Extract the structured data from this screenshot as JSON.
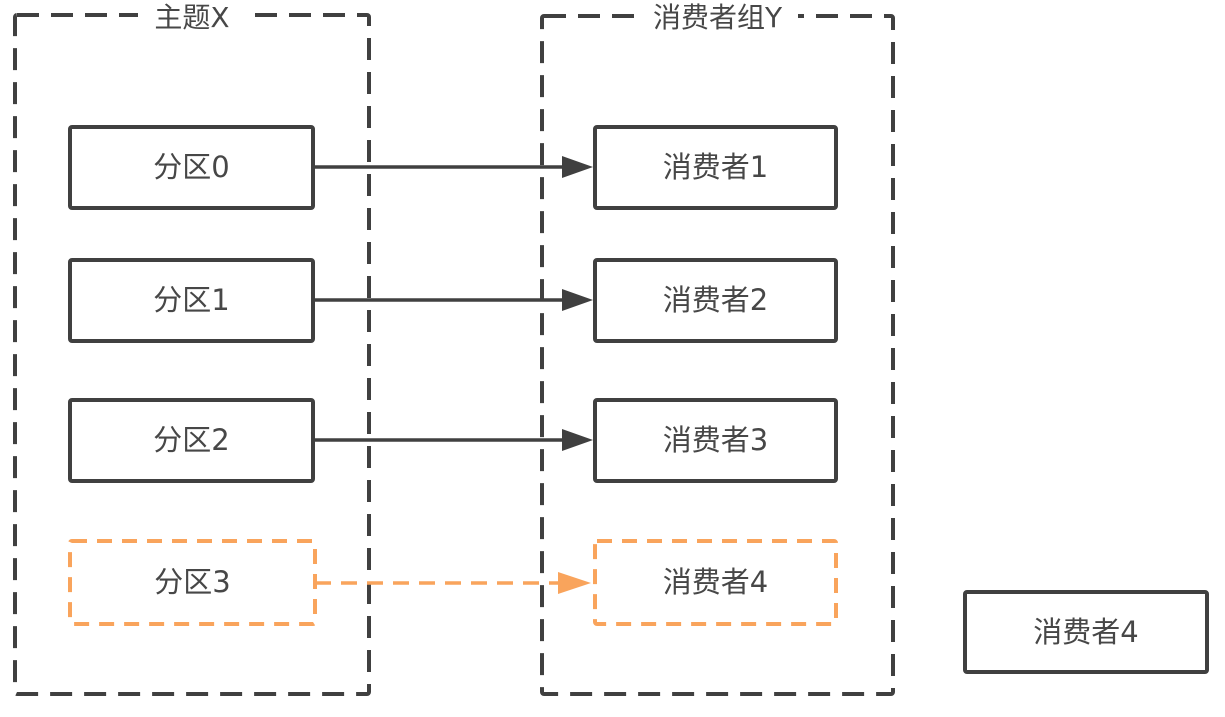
{
  "titles": {
    "topic": "主题X",
    "consumer_group": "消费者组Y"
  },
  "partitions": [
    {
      "label": "分区0",
      "style": "solid"
    },
    {
      "label": "分区1",
      "style": "solid"
    },
    {
      "label": "分区2",
      "style": "solid"
    },
    {
      "label": "分区3",
      "style": "dashed-orange"
    }
  ],
  "consumers": [
    {
      "label": "消费者1",
      "style": "solid"
    },
    {
      "label": "消费者2",
      "style": "solid"
    },
    {
      "label": "消费者3",
      "style": "solid"
    },
    {
      "label": "消费者4",
      "style": "dashed-orange"
    }
  ],
  "standalone_consumer": {
    "label": "消费者4",
    "style": "solid"
  },
  "connections": [
    {
      "from": "分区0",
      "to": "消费者1",
      "style": "solid"
    },
    {
      "from": "分区1",
      "to": "消费者2",
      "style": "solid"
    },
    {
      "from": "分区2",
      "to": "消费者3",
      "style": "solid"
    },
    {
      "from": "分区3",
      "to": "消费者4",
      "style": "dashed-orange"
    }
  ],
  "colors": {
    "line_dark": "#404040",
    "accent_orange": "#F9A45C",
    "text_color": "#474747",
    "background": "#FFFFFF"
  }
}
